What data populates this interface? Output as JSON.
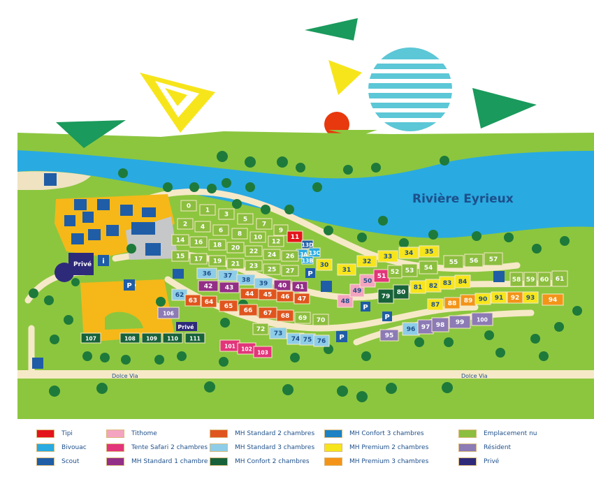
{
  "map": {
    "river_label": "Rivière Eyrieux",
    "road_labels": [
      "Dolce Via",
      "Dolce Via"
    ],
    "private_labels": [
      "Privé",
      "Privé"
    ]
  },
  "lots": [
    {
      "n": "0",
      "type": "emplacement"
    },
    {
      "n": "1",
      "type": "emplacement"
    },
    {
      "n": "3",
      "type": "emplacement"
    },
    {
      "n": "5",
      "type": "emplacement"
    },
    {
      "n": "7",
      "type": "emplacement"
    },
    {
      "n": "9",
      "type": "emplacement"
    },
    {
      "n": "11",
      "type": "tipi"
    },
    {
      "n": "2",
      "type": "emplacement"
    },
    {
      "n": "4",
      "type": "emplacement"
    },
    {
      "n": "6",
      "type": "emplacement"
    },
    {
      "n": "8",
      "type": "emplacement"
    },
    {
      "n": "10",
      "type": "emplacement"
    },
    {
      "n": "12",
      "type": "emplacement"
    },
    {
      "n": "13D",
      "type": "scout"
    },
    {
      "n": "13A",
      "type": "bivouac"
    },
    {
      "n": "13C",
      "type": "bivouac"
    },
    {
      "n": "13B",
      "type": "bivouac"
    },
    {
      "n": "14",
      "type": "emplacement"
    },
    {
      "n": "16",
      "type": "emplacement"
    },
    {
      "n": "18",
      "type": "emplacement"
    },
    {
      "n": "20",
      "type": "emplacement"
    },
    {
      "n": "22",
      "type": "emplacement"
    },
    {
      "n": "24",
      "type": "emplacement"
    },
    {
      "n": "26",
      "type": "emplacement"
    },
    {
      "n": "15",
      "type": "emplacement"
    },
    {
      "n": "17",
      "type": "emplacement"
    },
    {
      "n": "19",
      "type": "emplacement"
    },
    {
      "n": "21",
      "type": "emplacement"
    },
    {
      "n": "23",
      "type": "emplacement"
    },
    {
      "n": "25",
      "type": "emplacement"
    },
    {
      "n": "27",
      "type": "emplacement"
    },
    {
      "n": "30",
      "type": "premium2"
    },
    {
      "n": "31",
      "type": "premium2"
    },
    {
      "n": "32",
      "type": "premium2"
    },
    {
      "n": "33",
      "type": "premium2"
    },
    {
      "n": "34",
      "type": "premium2"
    },
    {
      "n": "35",
      "type": "premium2"
    },
    {
      "n": "36",
      "type": "standard3"
    },
    {
      "n": "37",
      "type": "standard3"
    },
    {
      "n": "38",
      "type": "standard3"
    },
    {
      "n": "39",
      "type": "standard3"
    },
    {
      "n": "40",
      "type": "standard1"
    },
    {
      "n": "41",
      "type": "standard1"
    },
    {
      "n": "42",
      "type": "standard1"
    },
    {
      "n": "43",
      "type": "standard1"
    },
    {
      "n": "44",
      "type": "standard2"
    },
    {
      "n": "45",
      "type": "standard2"
    },
    {
      "n": "46",
      "type": "standard2"
    },
    {
      "n": "47",
      "type": "standard2"
    },
    {
      "n": "48",
      "type": "tithome"
    },
    {
      "n": "49",
      "type": "tithome"
    },
    {
      "n": "50",
      "type": "tithome"
    },
    {
      "n": "51",
      "type": "safari"
    },
    {
      "n": "52",
      "type": "emplacement"
    },
    {
      "n": "53",
      "type": "emplacement"
    },
    {
      "n": "54",
      "type": "emplacement"
    },
    {
      "n": "55",
      "type": "emplacement"
    },
    {
      "n": "56",
      "type": "emplacement"
    },
    {
      "n": "57",
      "type": "emplacement"
    },
    {
      "n": "58",
      "type": "emplacement"
    },
    {
      "n": "59",
      "type": "emplacement"
    },
    {
      "n": "60",
      "type": "emplacement"
    },
    {
      "n": "61",
      "type": "emplacement"
    },
    {
      "n": "62",
      "type": "standard3"
    },
    {
      "n": "63",
      "type": "standard2"
    },
    {
      "n": "64",
      "type": "standard2"
    },
    {
      "n": "65",
      "type": "standard2"
    },
    {
      "n": "66",
      "type": "standard2"
    },
    {
      "n": "67",
      "type": "standard2"
    },
    {
      "n": "68",
      "type": "standard2"
    },
    {
      "n": "69",
      "type": "emplacement"
    },
    {
      "n": "70",
      "type": "emplacement"
    },
    {
      "n": "72",
      "type": "emplacement"
    },
    {
      "n": "73",
      "type": "standard3"
    },
    {
      "n": "74",
      "type": "standard3"
    },
    {
      "n": "75",
      "type": "standard3"
    },
    {
      "n": "76",
      "type": "standard3"
    },
    {
      "n": "79",
      "type": "confort2"
    },
    {
      "n": "80",
      "type": "confort2"
    },
    {
      "n": "81",
      "type": "premium2"
    },
    {
      "n": "82",
      "type": "premium2"
    },
    {
      "n": "83",
      "type": "premium2"
    },
    {
      "n": "84",
      "type": "premium2"
    },
    {
      "n": "87",
      "type": "premium2"
    },
    {
      "n": "88",
      "type": "premium3"
    },
    {
      "n": "89",
      "type": "premium3"
    },
    {
      "n": "90",
      "type": "premium2"
    },
    {
      "n": "91",
      "type": "premium2"
    },
    {
      "n": "92",
      "type": "premium3"
    },
    {
      "n": "93",
      "type": "premium2"
    },
    {
      "n": "94",
      "type": "premium3"
    },
    {
      "n": "95",
      "type": "resident"
    },
    {
      "n": "96",
      "type": "standard3"
    },
    {
      "n": "97",
      "type": "resident"
    },
    {
      "n": "98",
      "type": "resident"
    },
    {
      "n": "99",
      "type": "resident"
    },
    {
      "n": "100",
      "type": "resident"
    },
    {
      "n": "101",
      "type": "safari"
    },
    {
      "n": "102",
      "type": "safari"
    },
    {
      "n": "103",
      "type": "safari"
    },
    {
      "n": "106",
      "type": "resident"
    },
    {
      "n": "107",
      "type": "confort2"
    },
    {
      "n": "108",
      "type": "confort2"
    },
    {
      "n": "109",
      "type": "confort2"
    },
    {
      "n": "110",
      "type": "confort2"
    },
    {
      "n": "111",
      "type": "confort2"
    }
  ],
  "legend": [
    {
      "label": "Tipi",
      "color": "#e3151b"
    },
    {
      "label": "Bivouac",
      "color": "#29aae1"
    },
    {
      "label": "Scout",
      "color": "#1f5da6"
    },
    {
      "label": "Tithome",
      "color": "#f4a4c0"
    },
    {
      "label": "Tente Safari 2 chambres",
      "color": "#e2357a"
    },
    {
      "label": "MH Standard 1 chambre",
      "color": "#932f87"
    },
    {
      "label": "MH Standard 2 chambres",
      "color": "#e0551e"
    },
    {
      "label": "MH Standard 3 chambres",
      "color": "#8ecde8"
    },
    {
      "label": "MH Confort 2 chambres",
      "color": "#17623a"
    },
    {
      "label": "MH Confort 3 chambres",
      "color": "#1c82c4"
    },
    {
      "label": "MH Premium 2 chambres",
      "color": "#f7e51b"
    },
    {
      "label": "MH Premium 3 chambres",
      "color": "#f39418"
    },
    {
      "label": "Emplacement nu",
      "color": "#8cbe3f"
    },
    {
      "label": "Résident",
      "color": "#8c7bb5"
    },
    {
      "label": "Privé",
      "color": "#2e2a7a"
    }
  ],
  "colors": {
    "tipi": "#e3151b",
    "bivouac": "#29aae1",
    "scout": "#1f5da6",
    "tithome": "#f4a4c0",
    "safari": "#e2357a",
    "standard1": "#932f87",
    "standard2": "#e0551e",
    "standard3": "#8ecde8",
    "confort2": "#17623a",
    "confort3": "#1c82c4",
    "premium2": "#f7e51b",
    "premium3": "#f39418",
    "emplacement": "#8cbe3f",
    "resident": "#8c7bb5",
    "prive": "#2e2a7a",
    "river": "#29aae1",
    "grass": "#8cc63f",
    "grass_dark": "#6fae3a",
    "path": "#f6e9c8",
    "sand": "#efe3c2",
    "facility": "#f5b818"
  }
}
